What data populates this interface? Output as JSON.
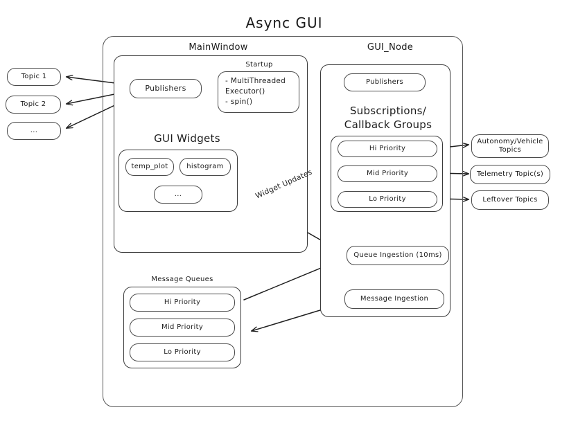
{
  "diagram": {
    "title": "Async  GUI",
    "type": "architecture-block-diagram",
    "background": "#ffffff",
    "stroke": "#3a3a3a"
  },
  "external_topics": [
    {
      "id": "topic1",
      "label": "Topic 1"
    },
    {
      "id": "topic2",
      "label": "Topic 2"
    },
    {
      "id": "topic_more",
      "label": "..."
    }
  ],
  "right_topics": [
    {
      "id": "autonomy",
      "label": "Autonomy/Vehicle Topics"
    },
    {
      "id": "telemetry",
      "label": "Telemetry Topic(s)"
    },
    {
      "id": "leftover",
      "label": "Leftover Topics"
    }
  ],
  "main_window": {
    "title": "MainWindow",
    "publishers": "Publishers",
    "startup": {
      "title": "Startup",
      "items": [
        "- MultiThreaded",
        "   Executor()",
        "- spin()"
      ]
    },
    "gui_widgets": {
      "title": "GUI Widgets",
      "widgets": [
        {
          "id": "temp_plot",
          "label": "temp_plot"
        },
        {
          "id": "histogram",
          "label": "histogram"
        },
        {
          "id": "more",
          "label": "..."
        }
      ]
    },
    "message_queues": {
      "title": "Message Queues",
      "queues": [
        {
          "id": "hi",
          "label": "Hi Priority"
        },
        {
          "id": "mid",
          "label": "Mid Priority"
        },
        {
          "id": "lo",
          "label": "Lo Priority"
        }
      ]
    }
  },
  "gui_node": {
    "title": "GUI_Node",
    "publishers": "Publishers",
    "subscriptions": {
      "title_line1": "Subscriptions/",
      "title_line2": "Callback Groups",
      "groups": [
        {
          "id": "hi",
          "label": "Hi Priority"
        },
        {
          "id": "mid",
          "label": "Mid Priority"
        },
        {
          "id": "lo",
          "label": "Lo Priority"
        }
      ]
    },
    "queue_ingestion": "Queue Ingestion (10ms)",
    "message_ingestion": "Message Ingestion"
  },
  "edge_labels": {
    "widget_updates": "Widget Updates"
  }
}
